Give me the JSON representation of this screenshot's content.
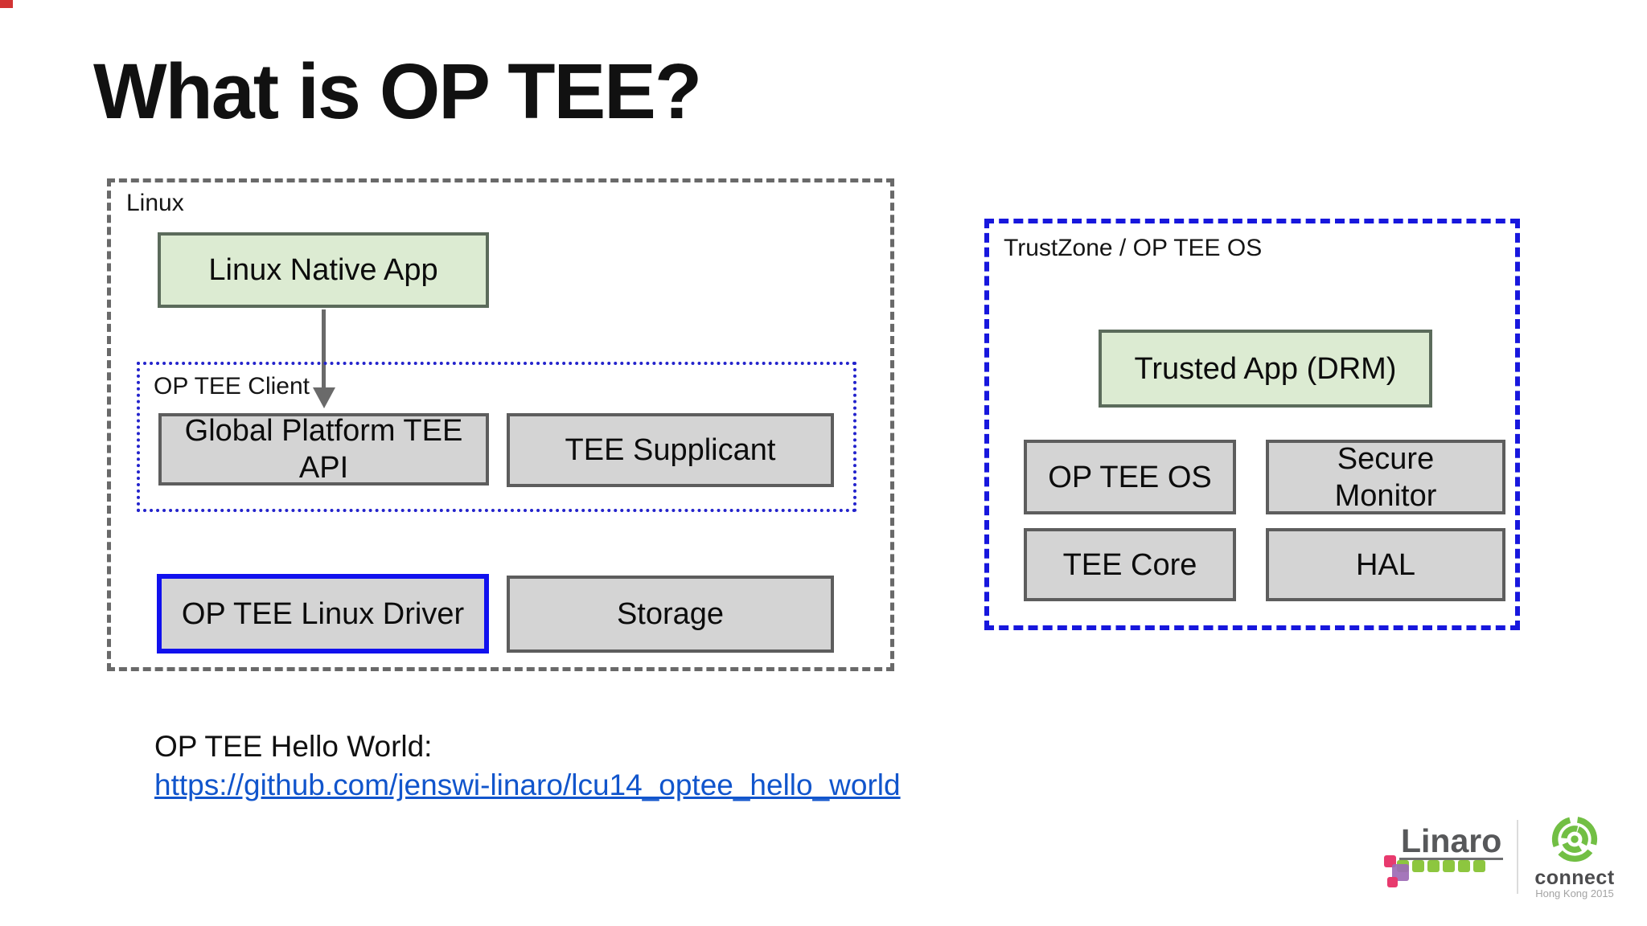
{
  "slide": {
    "title": "What is OP TEE?"
  },
  "colors": {
    "green_fill": "#dcebd2",
    "gray_fill": "#d4d4d4",
    "box_border_gray": "#5d5d5d",
    "frame_dash_gray": "#696969",
    "frame_dash_blue": "#1717dd",
    "client_dot_blue": "#2323cc",
    "driver_border_blue": "#1111ee",
    "link_blue": "#1155cc",
    "linaro_green": "#8dc63f",
    "connect_green": "#72bf44"
  },
  "linux_group": {
    "label": "Linux",
    "native_app": "Linux Native App",
    "client_group": {
      "label": "OP TEE Client",
      "boxes": [
        "Global Platform TEE API",
        "TEE Supplicant"
      ]
    },
    "driver": "OP TEE Linux Driver",
    "storage": "Storage"
  },
  "trustzone_group": {
    "label": "TrustZone / OP TEE OS",
    "trusted_app": "Trusted App (DRM)",
    "boxes": [
      "OP TEE OS",
      "Secure Monitor",
      "TEE Core",
      "HAL"
    ]
  },
  "footer": {
    "hello_world_label": "OP TEE Hello World:",
    "link": "https://github.com/jenswi-linaro/lcu14_optee_hello_world"
  },
  "branding": {
    "linaro": "Linaro",
    "connect": "connect",
    "event": "Hong Kong 2015"
  }
}
